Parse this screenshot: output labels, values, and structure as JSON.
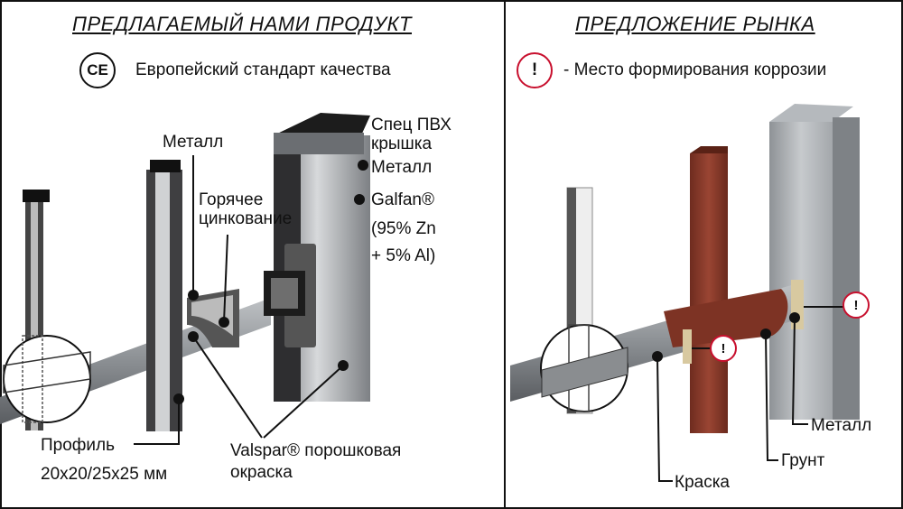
{
  "left": {
    "title": "ПРЕДЛАГАЕМЫЙ НАМИ ПРОДУКТ",
    "ce_mark": "CE",
    "ce_caption": "Европейский стандарт качества",
    "labels": {
      "metal_top": "Металл",
      "hot_galv_1": "Горячее",
      "hot_galv_2": "цинкование",
      "pvc_1": "Спец ПВХ",
      "pvc_2": "крышка",
      "metal_right": "Металл",
      "galfan_1": "Galfan®",
      "galfan_2": "(95% Zn",
      "galfan_3": "+ 5% Al)",
      "profile_1": "Профиль",
      "profile_2": "20x20/25x25 мм",
      "valspar_1": "Valspar® порошковая",
      "valspar_2": "окраска"
    }
  },
  "right": {
    "title": "ПРЕДЛОЖЕНИЕ  РЫНКА",
    "warning_symbol": "!",
    "warning_caption": "- Место формирования коррозии",
    "labels": {
      "metal": "Металл",
      "primer": "Грунт",
      "paint": "Краска"
    }
  },
  "colors": {
    "border": "#111111",
    "warning_red": "#c8102e",
    "brown_paint": "#8a3a2a",
    "grey_metal": "#9aa0a6",
    "dark_post": "#3a3a3c"
  }
}
